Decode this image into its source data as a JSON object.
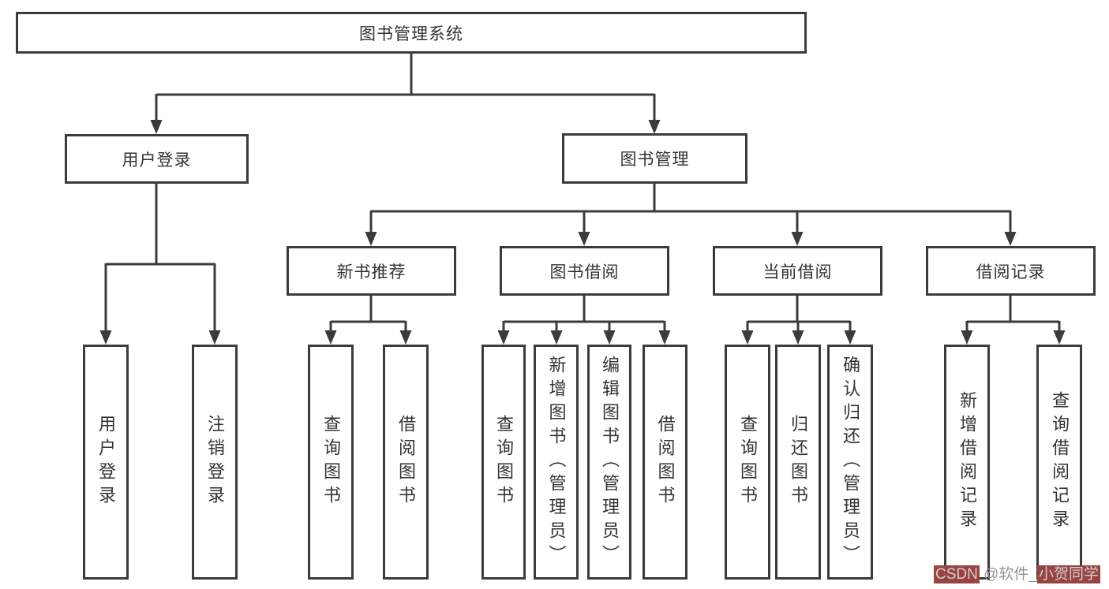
{
  "tree": {
    "root": "图书管理系统",
    "userLogin": {
      "label": "用户登录",
      "leaves": {
        "login": "用户登录",
        "logout": "注销登录"
      }
    },
    "bookMgmt": {
      "label": "图书管理",
      "newRec": {
        "label": "新书推荐",
        "leaves": {
          "query": "查询图书",
          "borrow": "借阅图书"
        }
      },
      "borrow": {
        "label": "图书借阅",
        "leaves": {
          "query": "查询图书",
          "add": "新增图书（管理员）",
          "edit": "编辑图书（管理员）",
          "borrow": "借阅图书"
        }
      },
      "current": {
        "label": "当前借阅",
        "leaves": {
          "query": "查询图书",
          "return": "归还图书",
          "confirm": "确认归还（管理员）"
        }
      },
      "records": {
        "label": "借阅记录",
        "leaves": {
          "add": "新增借阅记录",
          "query": "查询借阅记录"
        }
      }
    }
  },
  "colors": {
    "line": "#3b3b3b",
    "text": "#333333",
    "watermark_highlight": "#9a4343",
    "watermark_text": "#949494"
  },
  "watermark": {
    "brand": "CSDN",
    "middle": " @软件_",
    "author": "小贺同学"
  }
}
